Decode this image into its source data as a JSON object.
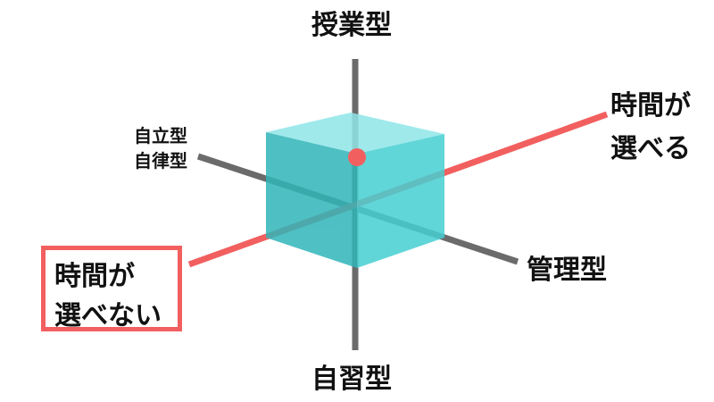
{
  "axes": {
    "vertical_top": "授業型",
    "vertical_bottom": "自習型",
    "diagonal_upper_left": [
      "自立型",
      "自律型"
    ],
    "diagonal_lower_right": "管理型",
    "time_axis_positive": [
      "時間が",
      "選べる"
    ],
    "time_axis_negative": [
      "時間が",
      "選べない"
    ]
  },
  "colors": {
    "axis_gray": "#6b6b6b",
    "time_axis_red": "#f25f5f",
    "cube_front": "#46cfd2",
    "cube_top": "#8fe6e8",
    "cube_side": "#30b5b8",
    "marker_dot": "#f25f5f"
  }
}
